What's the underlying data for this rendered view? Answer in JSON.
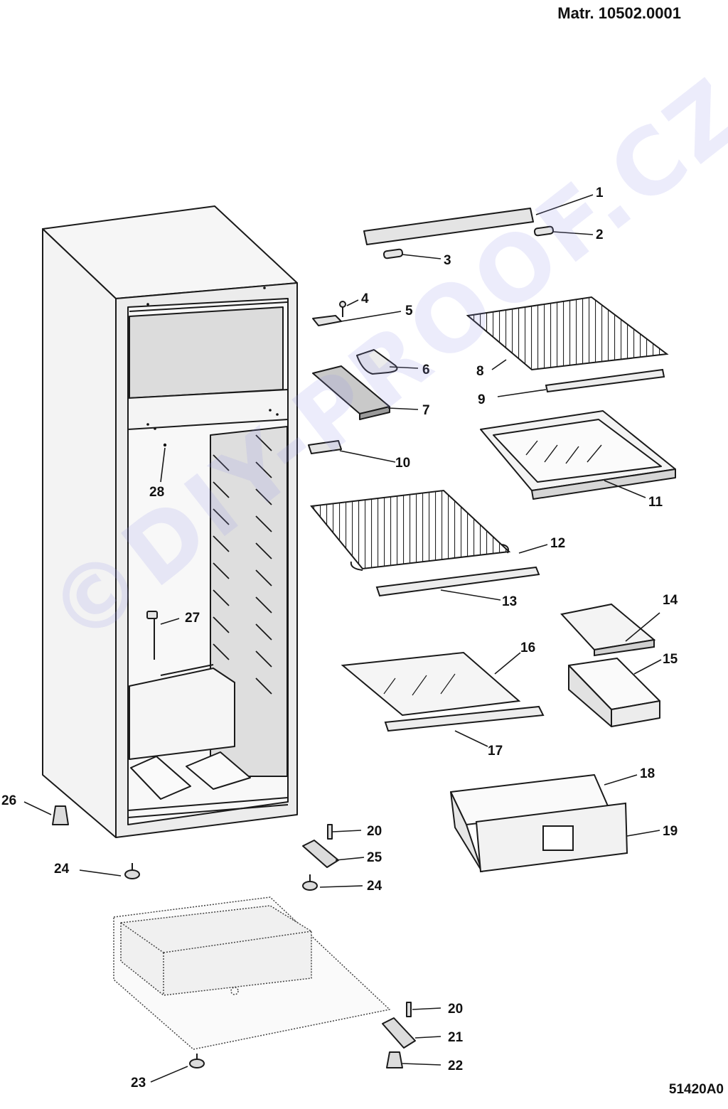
{
  "header": {
    "material_number": "Matr. 10502.0001"
  },
  "footer": {
    "drawing_code": "51420A0"
  },
  "watermark": {
    "text": "©DIY-PROOF.CZ"
  },
  "callouts": [
    "1",
    "2",
    "3",
    "4",
    "5",
    "6",
    "7",
    "8",
    "9",
    "10",
    "11",
    "12",
    "13",
    "14",
    "15",
    "16",
    "17",
    "18",
    "19",
    "20",
    "20",
    "21",
    "22",
    "23",
    "24",
    "24",
    "25",
    "26",
    "27",
    "28"
  ],
  "colors": {
    "line": "#1a1a1a",
    "fill_light": "#f4f4f4",
    "fill_mid": "#d8d8d8",
    "watermark": "#9696eb"
  }
}
